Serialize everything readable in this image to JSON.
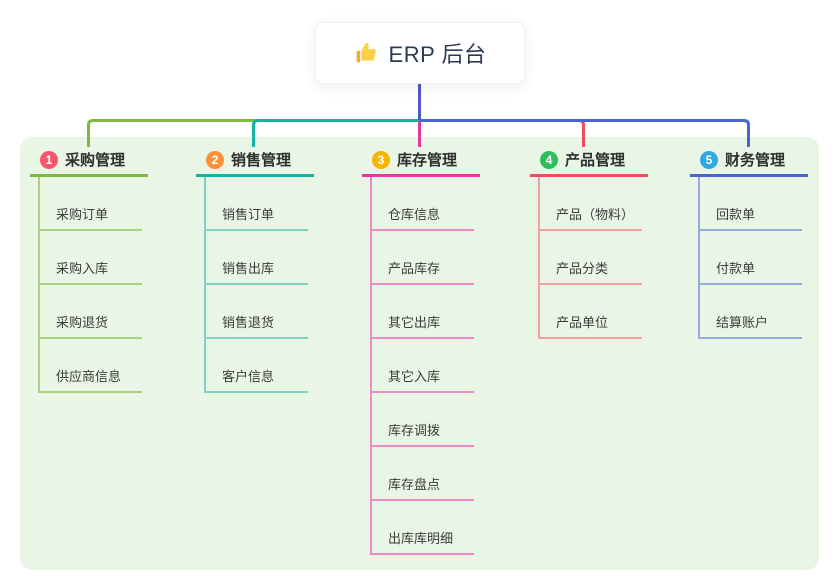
{
  "root": {
    "title": "ERP 后台",
    "icon": "thumbs-up-icon",
    "connector_color": "#4d58c9"
  },
  "canvas": {
    "background": "#ffffff",
    "panel_background": "#e9f6e5"
  },
  "branches": [
    {
      "index": "1",
      "title": "采购管理",
      "badge_color": "#f5566e",
      "line_color": "#7cb93e",
      "child_line_color": "#a9d37f",
      "children": [
        "采购订单",
        "采购入库",
        "采购退货",
        "供应商信息"
      ]
    },
    {
      "index": "2",
      "title": "销售管理",
      "badge_color": "#fb8f3c",
      "line_color": "#14b3a4",
      "child_line_color": "#7fd2c8",
      "children": [
        "销售订单",
        "销售出库",
        "销售退货",
        "客户信息"
      ]
    },
    {
      "index": "3",
      "title": "库存管理",
      "badge_color": "#f7b500",
      "line_color": "#df3a9e",
      "child_line_color": "#ee8ac4",
      "children": [
        "仓库信息",
        "产品库存",
        "其它出库",
        "其它入库",
        "库存调拨",
        "库存盘点",
        "出库库明细"
      ]
    },
    {
      "index": "4",
      "title": "产品管理",
      "badge_color": "#2fbe59",
      "line_color": "#f04b5e",
      "child_line_color": "#f59fa4",
      "children": [
        "产品（物料）",
        "产品分类",
        "产品单位"
      ]
    },
    {
      "index": "5",
      "title": "财务管理",
      "badge_color": "#30a8e0",
      "line_color": "#4a63d2",
      "child_line_color": "#97a9e2",
      "children": [
        "回款单",
        "付款单",
        "结算账户"
      ]
    }
  ]
}
